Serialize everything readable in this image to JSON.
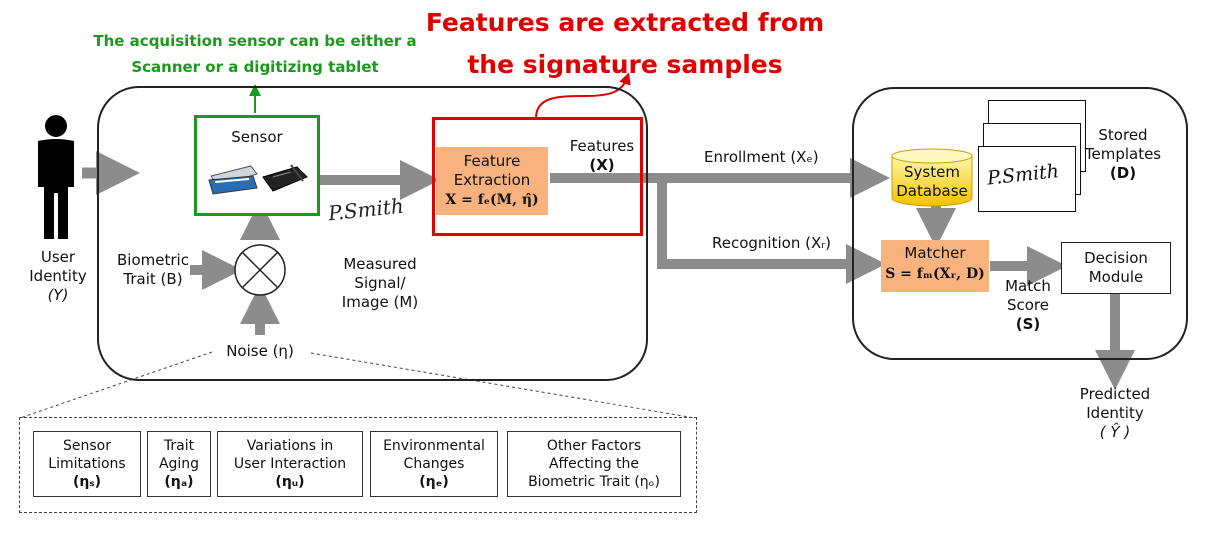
{
  "annotations": {
    "sensor_note_line1": "The acquisition sensor can be either a",
    "sensor_note_line2": "Scanner or a digitizing tablet",
    "features_note_line1": "Features are extracted from",
    "features_note_line2": "the signature samples",
    "sensor_note_color": "#1a9a1a",
    "features_note_color": "#e00000"
  },
  "user": {
    "label_line1": "User",
    "label_line2": "Identity",
    "label_line3": "(Y)"
  },
  "acquisition": {
    "sensor_label": "Sensor",
    "biometric_trait_label": "Biometric",
    "biometric_trait_label2": "Trait (B)",
    "noise_label": "Noise (η)",
    "measured_line1": "Measured",
    "measured_line2": "Signal/",
    "measured_line3": "Image (M)",
    "signature_text": "P.Smith"
  },
  "feature_extraction": {
    "title_line1": "Feature",
    "title_line2": "Extraction",
    "formula": "X = fₑ(M, η̂)",
    "features_line1": "Features",
    "features_line2": "(X)"
  },
  "flow": {
    "enrollment": "Enrollment (Xₑ)",
    "recognition": "Recognition (Xᵣ)"
  },
  "matching": {
    "database_line1": "System",
    "database_line2": "Database",
    "stored_line1": "Stored",
    "stored_line2": "Templates",
    "stored_line3": "(D)",
    "matcher_title": "Matcher",
    "matcher_formula": "S = fₘ(Xᵣ, D)",
    "match_line1": "Match",
    "match_line2": "Score",
    "match_line3": "(S)",
    "decision_line1": "Decision",
    "decision_line2": "Module",
    "predicted_line1": "Predicted",
    "predicted_line2": "Identity",
    "predicted_line3": "( Ŷ )"
  },
  "noise_factors": [
    {
      "line1": "Sensor",
      "line2": "Limitations",
      "line3": "(ηₛ)"
    },
    {
      "line1": "Trait",
      "line2": "Aging",
      "line3": "(ηₐ)"
    },
    {
      "line1": "Variations in",
      "line2": "User Interaction",
      "line3": "(ηᵤ)"
    },
    {
      "line1": "Environmental",
      "line2": "Changes",
      "line3": "(ηₑ)"
    },
    {
      "line1": "Other Factors",
      "line2": "Affecting the",
      "line3": "Biometric Trait (ηₒ)"
    }
  ]
}
